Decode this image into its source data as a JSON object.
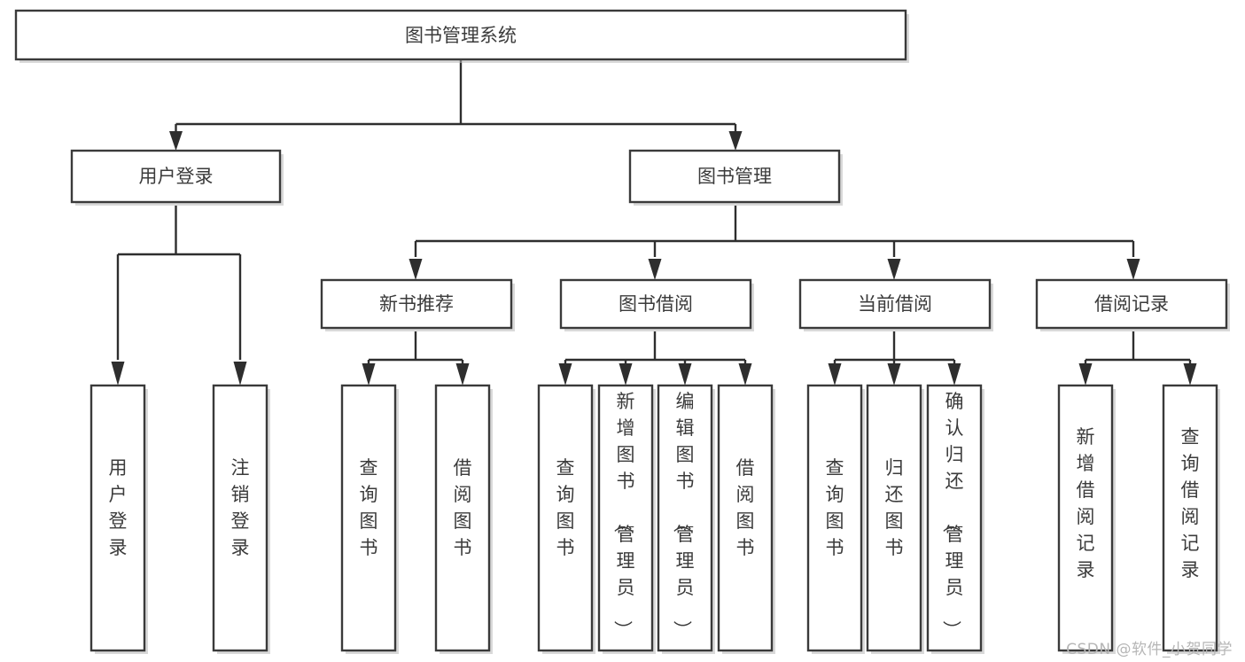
{
  "diagram": {
    "title": "图书管理系统",
    "type": "tree-hierarchy-chart",
    "watermark": "CSDN @软件_小贺同学",
    "root": {
      "id": "root",
      "label": "图书管理系统"
    },
    "level2": [
      {
        "id": "user-login",
        "label": "用户登录"
      },
      {
        "id": "book-manage",
        "label": "图书管理"
      }
    ],
    "level3": [
      {
        "id": "new-book-recommend",
        "label": "新书推荐",
        "parent": "book-manage"
      },
      {
        "id": "book-borrow",
        "label": "图书借阅",
        "parent": "book-manage"
      },
      {
        "id": "current-borrow",
        "label": "当前借阅",
        "parent": "book-manage"
      },
      {
        "id": "borrow-record",
        "label": "借阅记录",
        "parent": "book-manage"
      }
    ],
    "leaves": [
      {
        "id": "leaf-user-login",
        "label": "用户登录",
        "parent": "user-login"
      },
      {
        "id": "leaf-logout-login",
        "label": "注销登录",
        "parent": "user-login"
      },
      {
        "id": "leaf-query-book-1",
        "label": "查询图书",
        "parent": "new-book-recommend"
      },
      {
        "id": "leaf-borrow-book-1",
        "label": "借阅图书",
        "parent": "new-book-recommend"
      },
      {
        "id": "leaf-query-book-2",
        "label": "查询图书",
        "parent": "book-borrow"
      },
      {
        "id": "leaf-add-book",
        "label": "新增图书（管理员）",
        "parent": "book-borrow"
      },
      {
        "id": "leaf-edit-book",
        "label": "编辑图书（管理员）",
        "parent": "book-borrow"
      },
      {
        "id": "leaf-borrow-book-2",
        "label": "借阅图书",
        "parent": "book-borrow"
      },
      {
        "id": "leaf-query-book-3",
        "label": "查询图书",
        "parent": "current-borrow"
      },
      {
        "id": "leaf-return-book",
        "label": "归还图书",
        "parent": "current-borrow"
      },
      {
        "id": "leaf-confirm-return",
        "label": "确认归还（管理员）",
        "parent": "current-borrow"
      },
      {
        "id": "leaf-add-record",
        "label": "新增借阅记录",
        "parent": "borrow-record"
      },
      {
        "id": "leaf-query-record",
        "label": "查询借阅记录",
        "parent": "borrow-record"
      }
    ],
    "colors": {
      "box_fill": "#ffffff",
      "box_stroke": "#3a3a3a",
      "connector": "#2e2e2e",
      "text": "#3b3b3b",
      "watermark": "#b6b6b6",
      "background": "#ffffff"
    }
  }
}
